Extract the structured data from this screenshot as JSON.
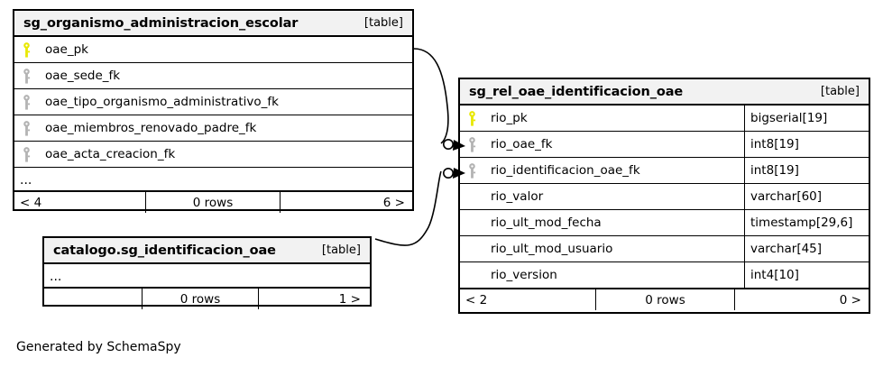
{
  "diagram": {
    "caption": "Generated by SchemaSpy",
    "table_tag": "[table]",
    "ellipsis": "..."
  },
  "tables": [
    {
      "id": "sg_organismo_administracion_escolar",
      "title": "sg_organismo_administracion_escolar",
      "tag": "[table]",
      "columns": [
        {
          "name": "oae_pk",
          "key": "primary",
          "type": ""
        },
        {
          "name": "oae_sede_fk",
          "key": "foreign",
          "type": ""
        },
        {
          "name": "oae_tipo_organismo_administrativo_fk",
          "key": "foreign",
          "type": ""
        },
        {
          "name": "oae_miembros_renovado_padre_fk",
          "key": "foreign",
          "type": ""
        },
        {
          "name": "oae_acta_creacion_fk",
          "key": "foreign",
          "type": ""
        }
      ],
      "has_ellipsis": true,
      "footer": {
        "left": "< 4",
        "middle": "0 rows",
        "right": "6 >"
      }
    },
    {
      "id": "sg_rel_oae_identificacion_oae",
      "title": "sg_rel_oae_identificacion_oae",
      "tag": "[table]",
      "columns": [
        {
          "name": "rio_pk",
          "key": "primary",
          "type": "bigserial[19]"
        },
        {
          "name": "rio_oae_fk",
          "key": "foreign",
          "type": "int8[19]"
        },
        {
          "name": "rio_identificacion_oae_fk",
          "key": "foreign",
          "type": "int8[19]"
        },
        {
          "name": "rio_valor",
          "key": "none",
          "type": "varchar[60]"
        },
        {
          "name": "rio_ult_mod_fecha",
          "key": "none",
          "type": "timestamp[29,6]"
        },
        {
          "name": "rio_ult_mod_usuario",
          "key": "none",
          "type": "varchar[45]"
        },
        {
          "name": "rio_version",
          "key": "none",
          "type": "int4[10]"
        }
      ],
      "has_ellipsis": false,
      "footer": {
        "left": "< 2",
        "middle": "0 rows",
        "right": "0 >"
      }
    },
    {
      "id": "catalogo.sg_identificacion_oae",
      "title": "catalogo.sg_identificacion_oae",
      "tag": "[table]",
      "columns": [],
      "has_ellipsis": true,
      "footer": {
        "left": "",
        "middle": "0 rows",
        "right": "1 >"
      }
    }
  ],
  "relationships": [
    {
      "name": "oae-pk-to-rio-oae-fk",
      "from_table": "sg_organismo_administracion_escolar",
      "from_column": "oae_pk",
      "to_table": "sg_rel_oae_identificacion_oae",
      "to_column": "rio_oae_fk"
    },
    {
      "name": "identificacion-oae-to-rio-identificacion-oae-fk",
      "from_table": "catalogo.sg_identificacion_oae",
      "to_table": "sg_rel_oae_identificacion_oae",
      "to_column": "rio_identificacion_oae_fk"
    }
  ],
  "colors": {
    "primary_key": "#e8e800",
    "foreign_key": "#b3b3b3",
    "header_bg": "#f2f2f2",
    "border": "#000000",
    "text": "#000000"
  },
  "icons": {
    "primary_key": "key-icon",
    "foreign_key": "key-icon"
  }
}
